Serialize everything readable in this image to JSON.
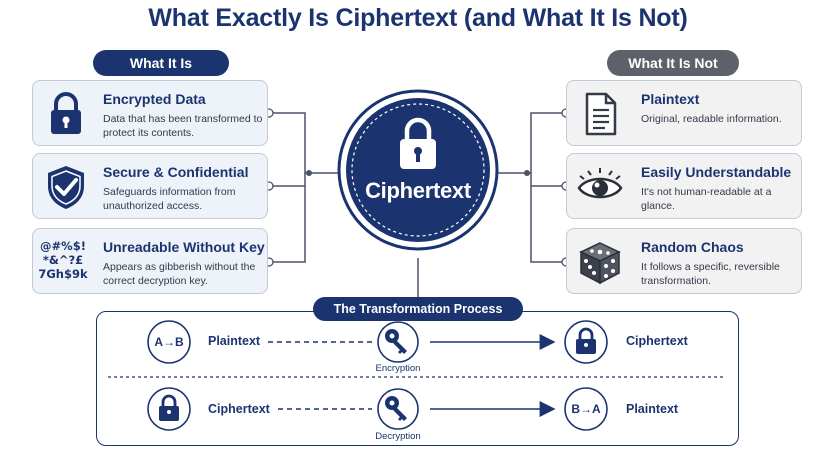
{
  "title": "What Exactly Is Ciphertext (and What It Is Not)",
  "left_header": "What It Is",
  "right_header": "What It Is Not",
  "center_label": "Ciphertext",
  "left_items": [
    {
      "title": "Encrypted Data",
      "desc": "Data that has been transformed to protect its contents.",
      "icon": "padlock-icon"
    },
    {
      "title": "Secure & Confidential",
      "desc": "Safeguards information from unauthorized access.",
      "icon": "shield-check-icon"
    },
    {
      "title": "Unreadable Without Key",
      "desc": "Appears as gibberish without the correct decryption key.",
      "icon": "symbols-icon",
      "symbols": [
        "@#%$!",
        "*&^?£",
        "7Gh$9k"
      ]
    }
  ],
  "right_items": [
    {
      "title": "Plaintext",
      "desc": "Original, readable information.",
      "icon": "document-icon"
    },
    {
      "title": "Easily Understandable",
      "desc": "It's not human-readable at a glance.",
      "icon": "crossed-eye-icon"
    },
    {
      "title": "Random Chaos",
      "desc": "It follows a specific, reversible transformation.",
      "icon": "dice-icon"
    }
  ],
  "process": {
    "title": "The Transformation Process",
    "rows": [
      {
        "start_badge": "A→B",
        "from": "Plaintext",
        "step": "Encryption",
        "to": "Ciphertext"
      },
      {
        "from": "Ciphertext",
        "step": "Decryption",
        "end_badge": "B→A",
        "to": "Plaintext"
      }
    ]
  },
  "colors": {
    "navy": "#1b3470",
    "grey": "#5e6169",
    "card_left": "#eef2f9",
    "card_right": "#f2f2f3"
  }
}
